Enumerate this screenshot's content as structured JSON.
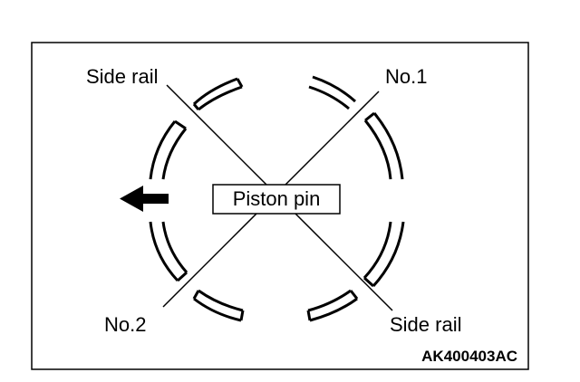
{
  "diagram": {
    "labels": {
      "top_left": "Side rail",
      "top_right": "No.1",
      "bottom_left": "No.2",
      "bottom_right": "Side rail",
      "center": "Piston pin",
      "code": "AK400403AC"
    },
    "arrow_direction": "left",
    "colors": {
      "ink": "#000000",
      "background": "#ffffff"
    }
  }
}
